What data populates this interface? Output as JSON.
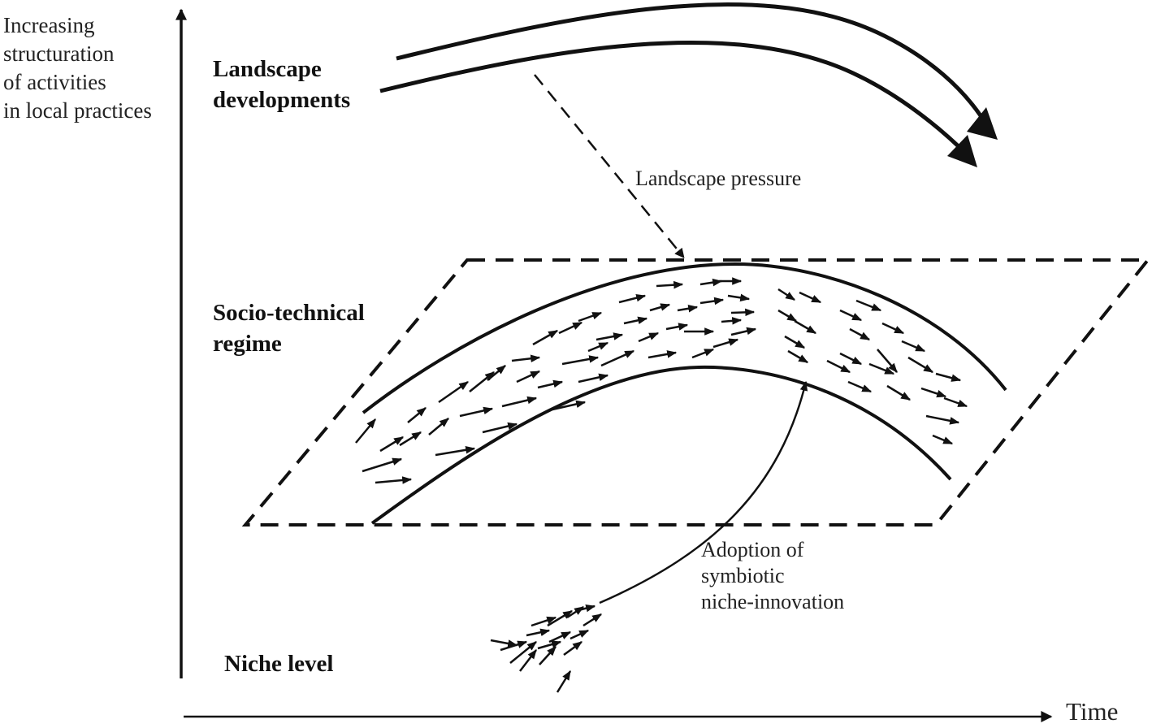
{
  "axes": {
    "y_label_lines": [
      "Increasing",
      "structuration",
      "of activities",
      "in local practices"
    ],
    "x_label": "Time"
  },
  "levels": {
    "landscape_lines": [
      "Landscape",
      "developments"
    ],
    "regime_lines": [
      "Socio-technical",
      "regime"
    ],
    "niche": "Niche level"
  },
  "annotations": {
    "landscape_pressure": "Landscape pressure",
    "adoption_lines": [
      "Adoption of",
      "symbiotic",
      "niche-innovation"
    ]
  },
  "colors": {
    "ink": "#111111",
    "background": "#ffffff"
  }
}
